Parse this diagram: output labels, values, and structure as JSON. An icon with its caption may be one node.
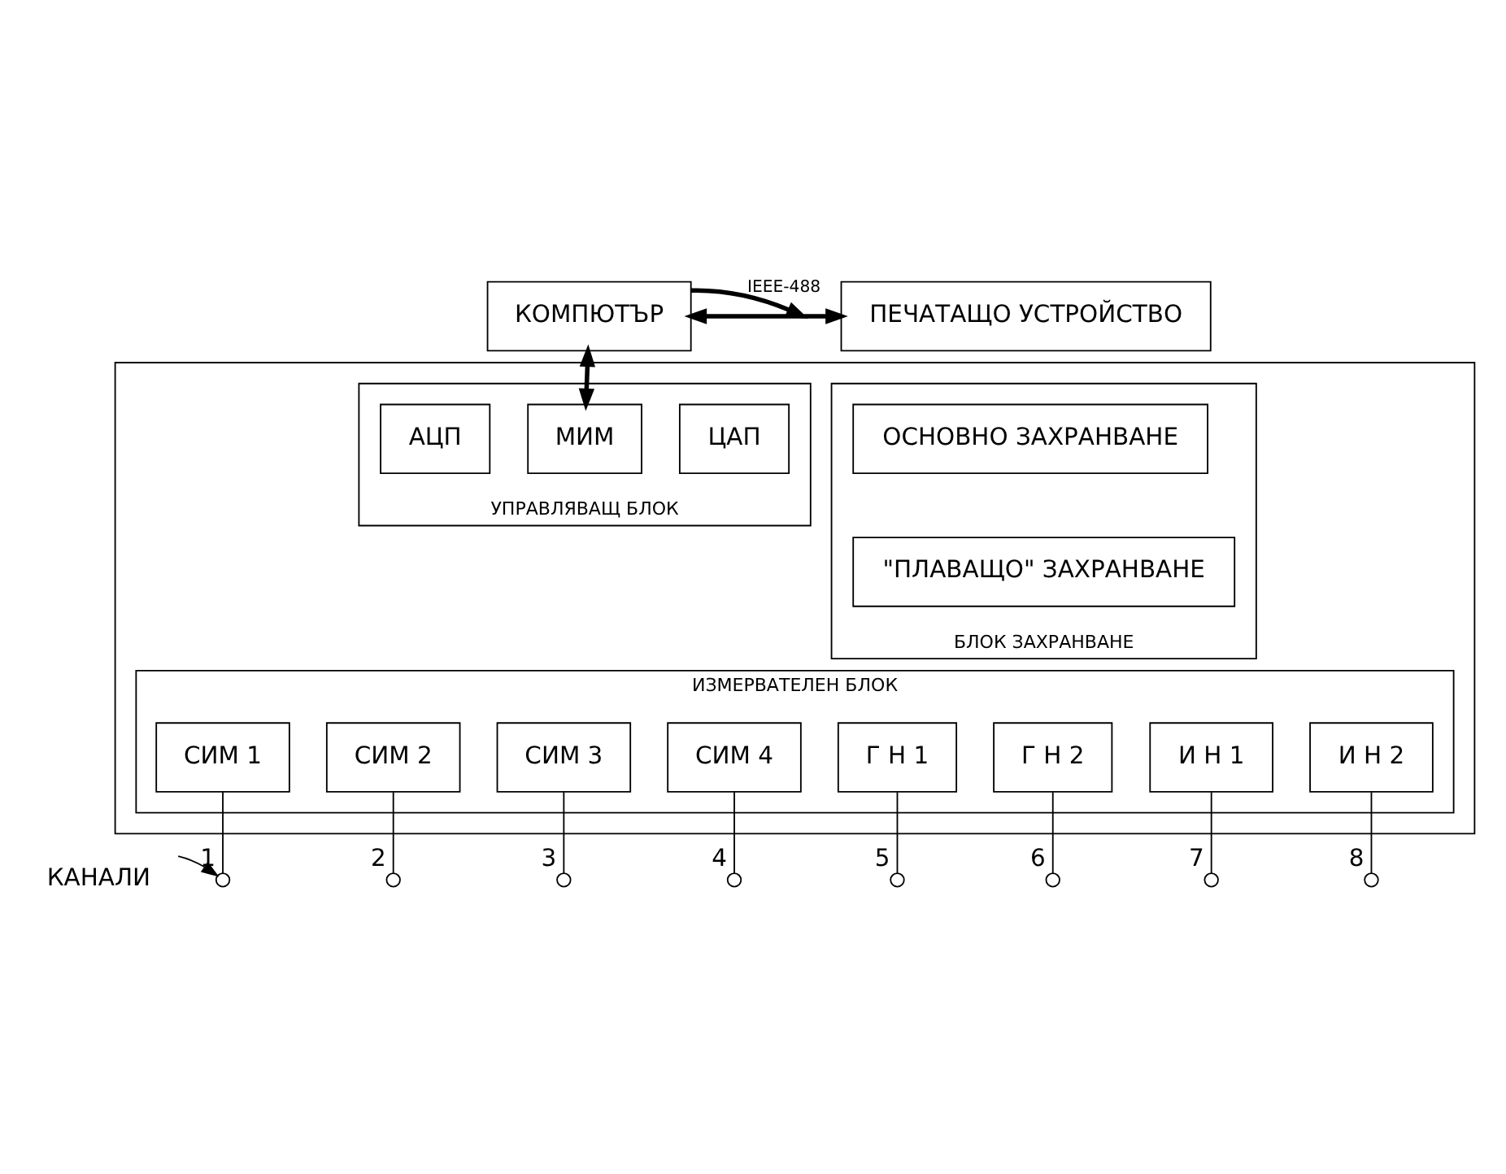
{
  "diagram": {
    "nodes": [
      {
        "text": [
          "КОМПЮТЪР"
        ]
      },
      {
        "text": [
          "ПЕЧАТАЩО УСТРОЙСТВО"
        ]
      },
      {
        "text": [],
        "shape": "box"
      },
      {
        "text": [
          "УПРАВЛЯВАЩ БЛОК"
        ],
        "in": 2
      },
      {
        "text": [
          "АЦП"
        ],
        "in": 3
      },
      {
        "text": [
          "МИМ"
        ],
        "in": 3
      },
      {
        "text": [
          "ЦАП"
        ],
        "in": 3
      },
      {
        "text": [
          "БЛОК ЗАХРАНВАНЕ"
        ],
        "in": 2
      },
      {
        "text": [
          "ОСНОВНО ЗАХРАНВАНЕ"
        ],
        "in": 7
      },
      {
        "text": [
          "\"ПЛАВАЩО\" ЗАХРАНВАНЕ"
        ],
        "in": 7
      },
      {
        "text": [
          "ИЗМЕРВАТЕЛЕН БЛОК"
        ],
        "in": 2
      },
      {
        "text": [
          "СИМ 1"
        ],
        "in": 10
      },
      {
        "text": [
          "СИМ 2"
        ],
        "in": 10
      },
      {
        "text": [
          "СИМ 3"
        ],
        "in": 10
      },
      {
        "text": [
          "СИМ 4"
        ],
        "in": 10
      },
      {
        "text": [
          "Г Н 1"
        ],
        "in": 10
      },
      {
        "text": [
          "Г Н 2"
        ],
        "in": 10
      },
      {
        "text": [
          "И Н 1"
        ],
        "in": 10
      },
      {
        "text": [
          "И Н 2"
        ],
        "in": 10
      },
      {
        "text": [],
        "shape": "circle",
        "beside": [
          "1"
        ]
      },
      {
        "text": [],
        "shape": "circle",
        "beside": [
          "2"
        ]
      },
      {
        "text": [],
        "shape": "circle",
        "beside": [
          "3"
        ]
      },
      {
        "text": [],
        "shape": "circle",
        "beside": [
          "4"
        ]
      },
      {
        "text": [],
        "shape": "circle",
        "beside": [
          "5"
        ]
      },
      {
        "text": [],
        "shape": "circle",
        "beside": [
          "6"
        ]
      },
      {
        "text": [],
        "shape": "circle",
        "beside": [
          "7"
        ]
      },
      {
        "text": [],
        "shape": "circle",
        "beside": [
          "8"
        ]
      },
      {
        "text": [
          "КАНАЛИ"
        ]
      }
    ],
    "edges": [
      {
        "from": 0,
        "to": 1,
        "arrow": "both",
        "style": "thick"
      },
      {
        "from": 0,
        "to": null,
        "arrow": "to",
        "style": "thick",
        "label": "IEEE-488"
      },
      {
        "from": 0,
        "to": 5,
        "arrow": "both",
        "style": "thick"
      },
      {
        "from": 11,
        "to": 19,
        "arrow": "none"
      },
      {
        "from": 12,
        "to": 20,
        "arrow": "none"
      },
      {
        "from": 13,
        "to": 21,
        "arrow": "none"
      },
      {
        "from": 14,
        "to": 22,
        "arrow": "none"
      },
      {
        "from": 15,
        "to": 23,
        "arrow": "none"
      },
      {
        "from": 16,
        "to": 24,
        "arrow": "none"
      },
      {
        "from": 17,
        "to": 25,
        "arrow": "none"
      },
      {
        "from": 18,
        "to": 26,
        "arrow": "none"
      },
      {
        "from": 27,
        "to": 19,
        "arrow": "to"
      }
    ]
  }
}
